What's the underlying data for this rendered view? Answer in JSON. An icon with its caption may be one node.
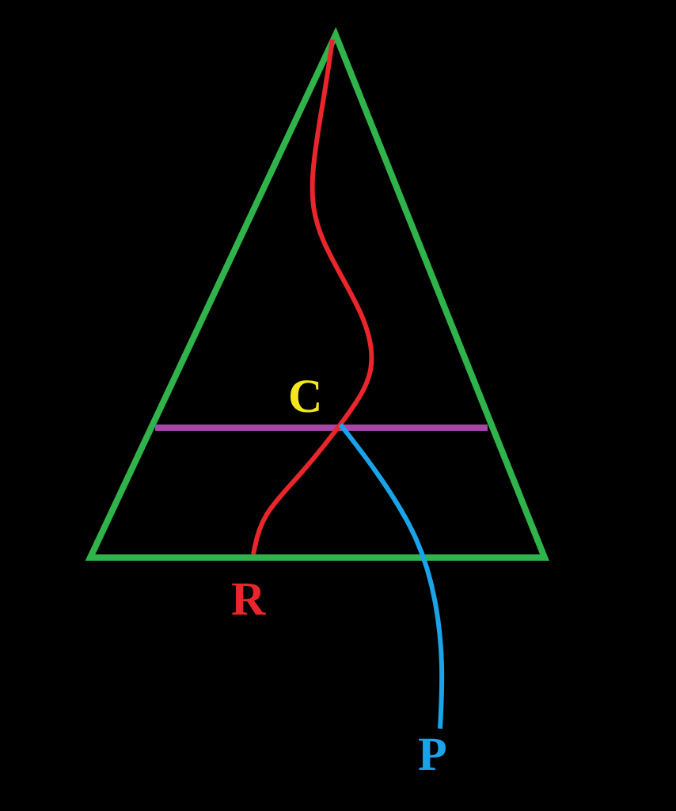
{
  "diagram": {
    "labels": [
      "C",
      "R",
      "P"
    ]
  }
}
